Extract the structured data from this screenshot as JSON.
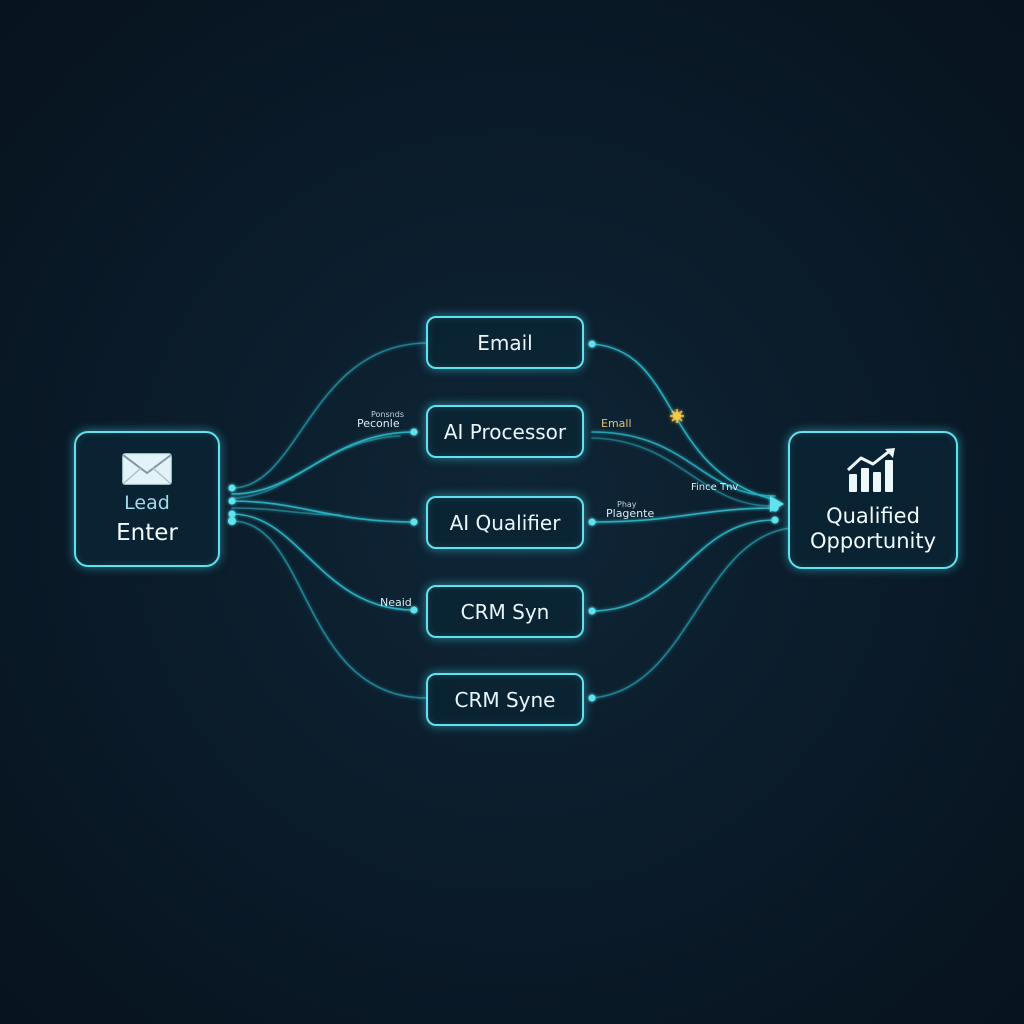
{
  "colors": {
    "background": "#0b1c2b",
    "node_border": "#5fe3ef",
    "wire": "#2bb8c8",
    "dot": "#5fe3ef",
    "spark": "#f2c94c",
    "amber_label": "#e0c27a"
  },
  "diagram": {
    "source": {
      "icon": "envelope-icon",
      "subtitle": "Lead",
      "title": "Enter"
    },
    "target": {
      "icon": "bar-chart-growth-icon",
      "line1": "Qualified",
      "line2": "Opportunity"
    },
    "steps": [
      {
        "label": "Email"
      },
      {
        "label": "AI Processor"
      },
      {
        "label": "AI Qualifier"
      },
      {
        "label": "CRM Syn"
      },
      {
        "label": "CRM Syne"
      }
    ],
    "edge_labels": {
      "processor_top": "Ponsnds",
      "processor_in": "Peconle",
      "processor_out": "Emall",
      "qualifier_top": "Phay",
      "qualifier_out": "Plagente",
      "target_in": "Fince Tnv",
      "crm_in": "Neaid"
    },
    "decorations": {
      "spark_icon": "gear-spark-icon"
    }
  }
}
